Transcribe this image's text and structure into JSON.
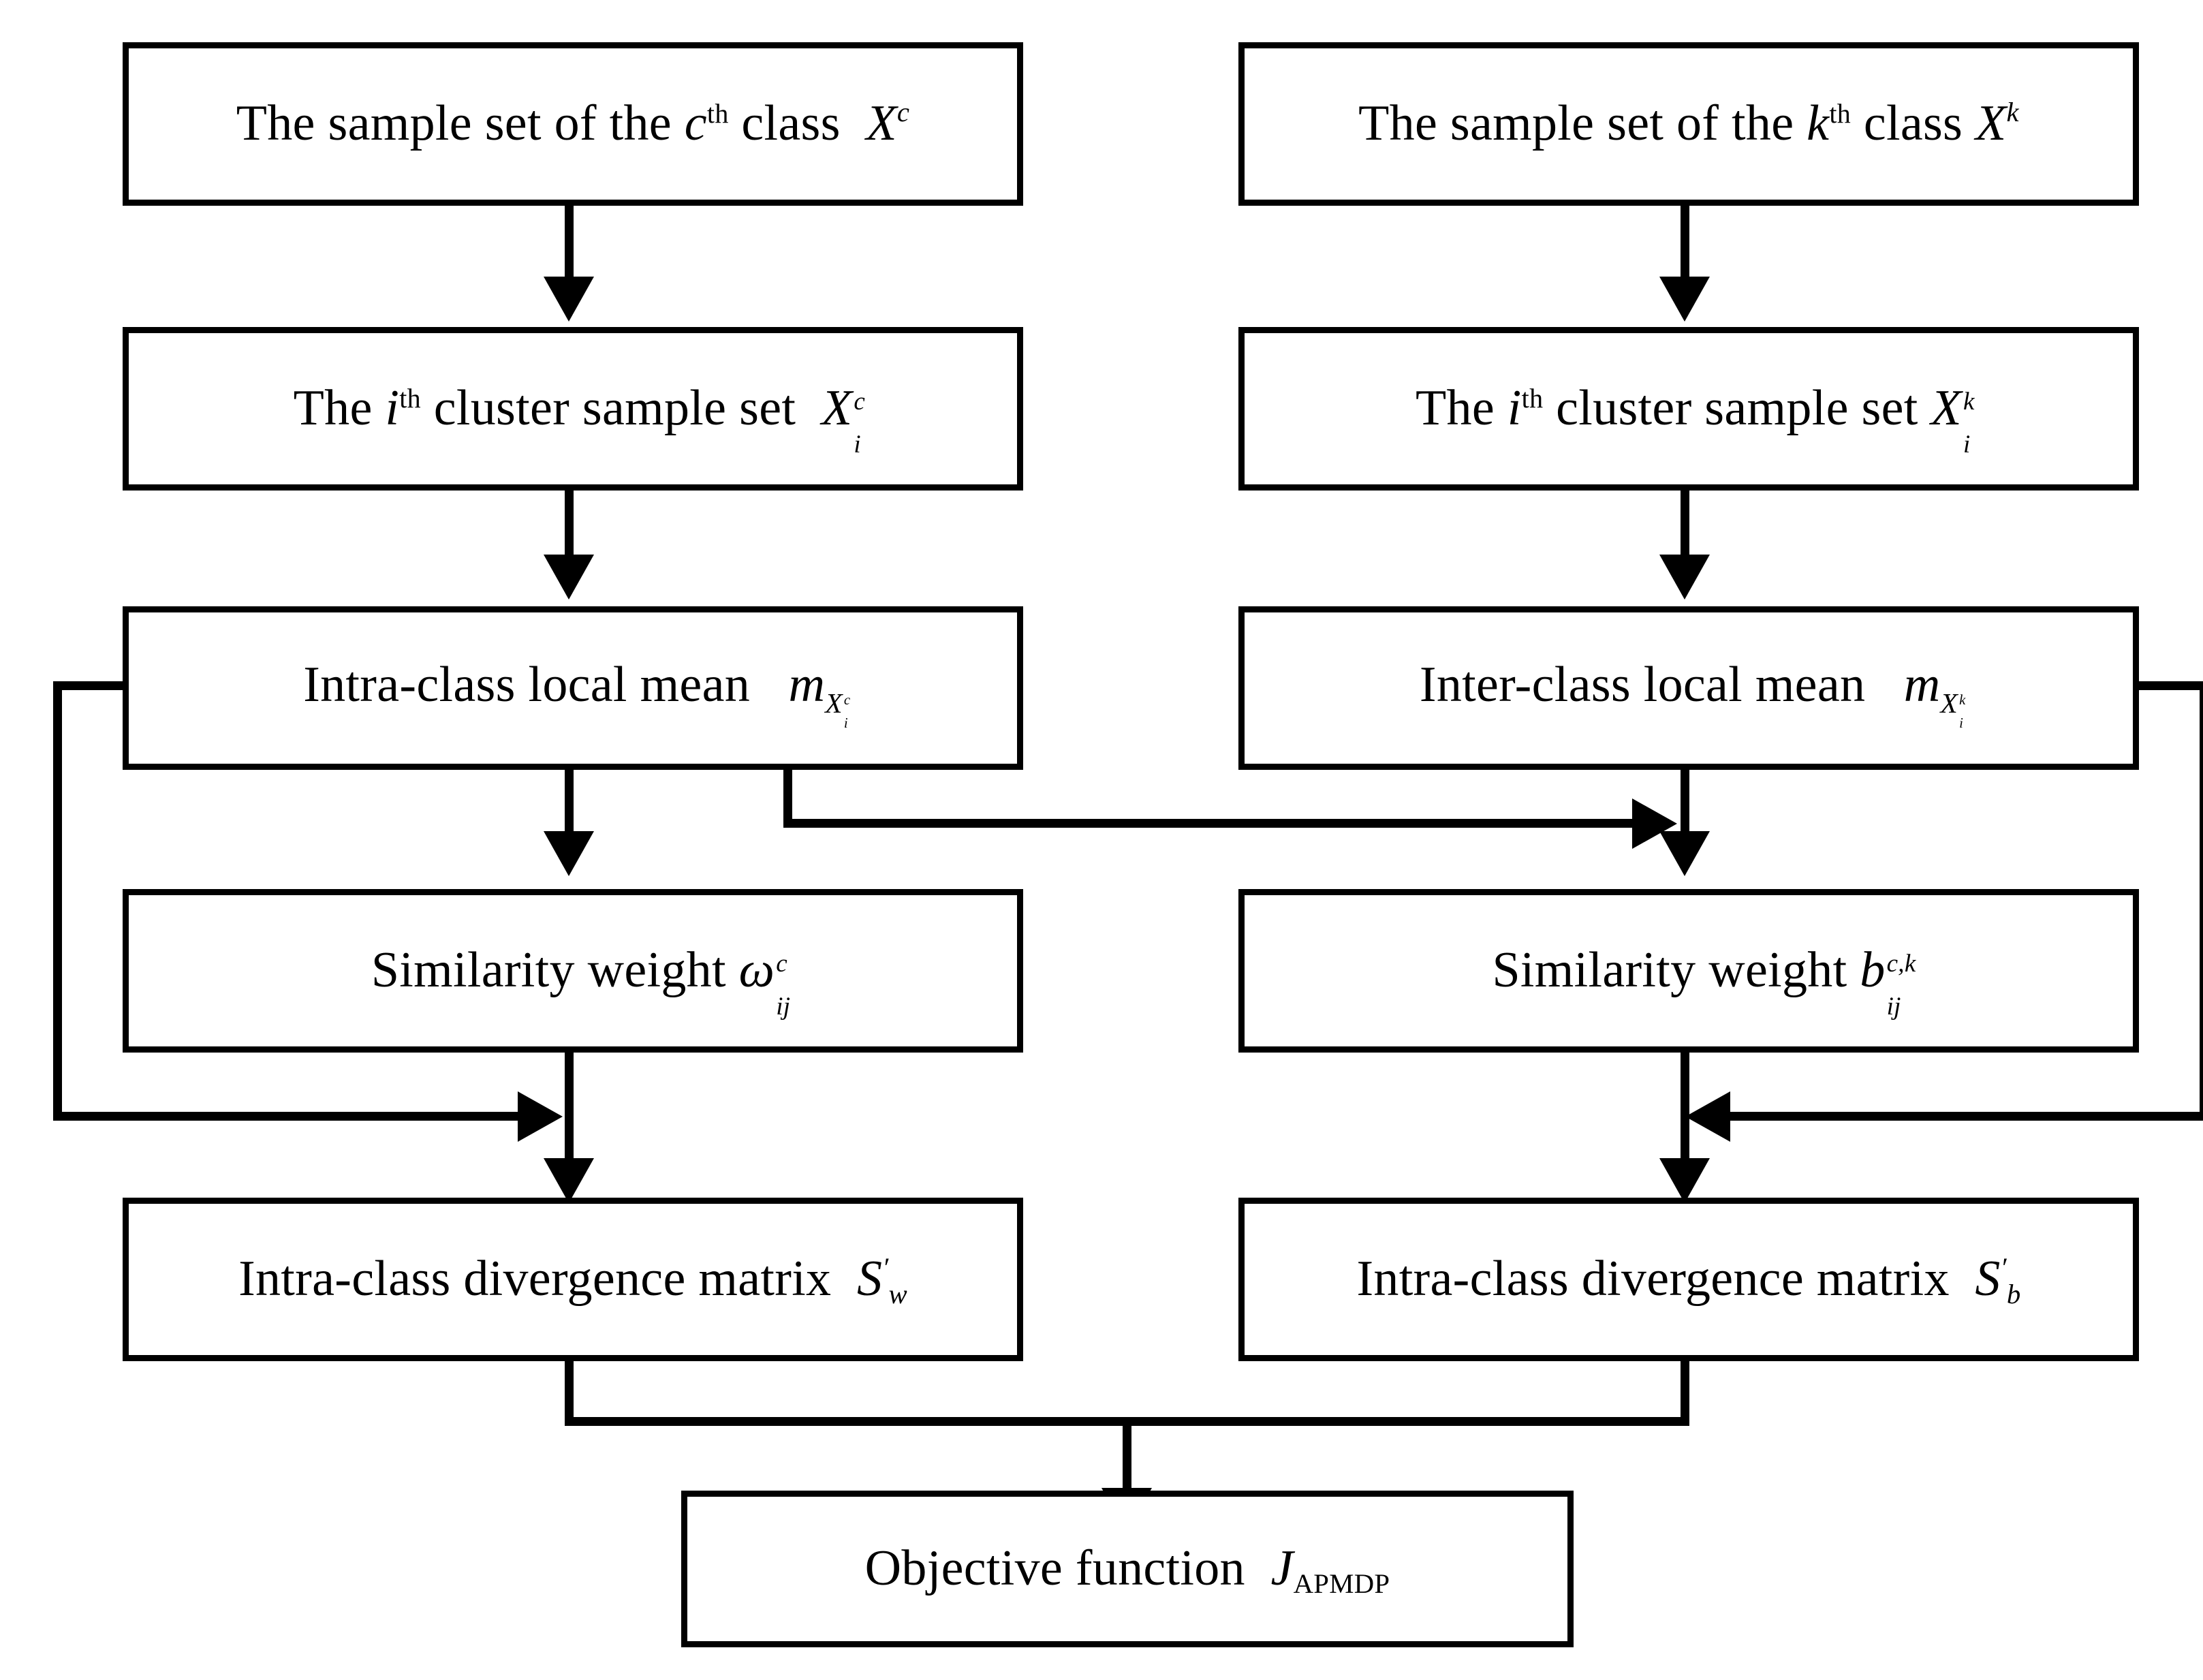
{
  "diagram": {
    "type": "flowchart",
    "title_present": false,
    "orientation": "top-to-bottom, two parallel branches merging",
    "background_color": "#ffffff",
    "line_color": "#000000",
    "nodes": {
      "left_sample_set": {
        "text_plain": "The sample set of the cth class Xc",
        "lead": "The sample set of the ",
        "var1": "c",
        "ordinal": "th",
        "mid": " class ",
        "sym_base": "X",
        "sym_sup": "c"
      },
      "right_sample_set": {
        "text_plain": "The sample set of the kth class Xk",
        "lead": "The sample set of the ",
        "var1": "k",
        "ordinal": "th",
        "mid": " class ",
        "sym_base": "X",
        "sym_sup": "k"
      },
      "left_cluster_set": {
        "text_plain": "The ith cluster sample set Xic",
        "lead": "The ",
        "var1": "i",
        "ordinal": "th",
        "mid": " cluster sample set ",
        "sym_base": "X",
        "sym_sup": "c",
        "sym_sub": "i"
      },
      "right_cluster_set": {
        "text_plain": "The ith cluster sample set Xik",
        "lead": "The ",
        "var1": "i",
        "ordinal": "th",
        "mid": " cluster sample set ",
        "sym_base": "X",
        "sym_sup": "k",
        "sym_sub": "i"
      },
      "left_local_mean": {
        "text_plain": "Intra-class local mean mXic",
        "lead": "Intra-class local mean ",
        "sym_base": "m",
        "nest_base": "X",
        "nest_sup": "c",
        "nest_sub": "i"
      },
      "right_local_mean": {
        "text_plain": "Inter-class local mean mXik",
        "lead": "Inter-class local mean ",
        "sym_base": "m",
        "nest_base": "X",
        "nest_sup": "k",
        "nest_sub": "i"
      },
      "left_similarity_weight": {
        "text_plain": "Similarity weight ωijc",
        "lead": "Similarity weight ",
        "sym_base": "ω",
        "sym_sup": "c",
        "sym_sub": "ij"
      },
      "right_similarity_weight": {
        "text_plain": "Similarity weight bijc,k",
        "lead": "Similarity weight ",
        "sym_base": "b",
        "sym_sup": "c,k",
        "sym_sub": "ij"
      },
      "left_divergence_matrix": {
        "text_plain": "Intra-class divergence matrix S′w",
        "lead": "Intra-class divergence matrix ",
        "sym_base": "S",
        "sym_prime": "′",
        "sym_sub": "w"
      },
      "right_divergence_matrix": {
        "text_plain": "Intra-class divergence matrix S′b",
        "lead": "Intra-class divergence matrix ",
        "sym_base": "S",
        "sym_prime": "′",
        "sym_sub": "b"
      },
      "objective_function": {
        "text_plain": "Objective function JAPMDP",
        "lead": "Objective function ",
        "sym_base": "J",
        "sym_sub": "APMDP"
      }
    },
    "edges": [
      {
        "from": "left_sample_set",
        "to": "left_cluster_set",
        "kind": "arrow-down"
      },
      {
        "from": "right_sample_set",
        "to": "right_cluster_set",
        "kind": "arrow-down"
      },
      {
        "from": "left_cluster_set",
        "to": "left_local_mean",
        "kind": "arrow-down"
      },
      {
        "from": "right_cluster_set",
        "to": "right_local_mean",
        "kind": "arrow-down"
      },
      {
        "from": "left_local_mean",
        "to": "left_similarity_weight",
        "kind": "arrow-down"
      },
      {
        "from": "right_local_mean",
        "to": "right_similarity_weight",
        "kind": "arrow-down"
      },
      {
        "from": "left_local_mean",
        "to": "right_similarity_weight",
        "kind": "elbow-right"
      },
      {
        "from": "left_similarity_weight",
        "to": "left_divergence_matrix",
        "kind": "arrow-down"
      },
      {
        "from": "right_similarity_weight",
        "to": "right_divergence_matrix",
        "kind": "arrow-down"
      },
      {
        "from": "left_local_mean",
        "to": "left_divergence_matrix",
        "kind": "feedback-loop-left"
      },
      {
        "from": "right_local_mean",
        "to": "right_divergence_matrix",
        "kind": "feedback-loop-right"
      },
      {
        "from": "left_divergence_matrix",
        "to": "objective_function",
        "kind": "merge-arrow-down"
      },
      {
        "from": "right_divergence_matrix",
        "to": "objective_function",
        "kind": "merge-arrow-down"
      }
    ]
  }
}
